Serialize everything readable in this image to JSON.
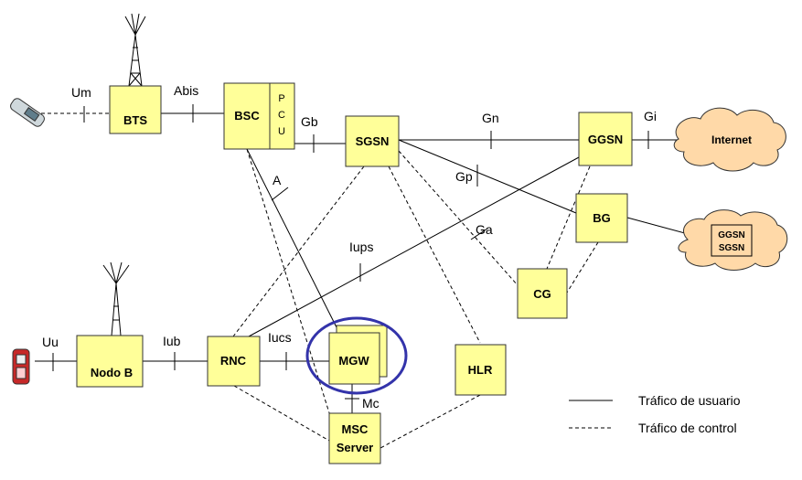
{
  "nodes": {
    "bts": "BTS",
    "bsc": "BSC",
    "pcu": [
      "P",
      "C",
      "U"
    ],
    "sgsn": "SGSN",
    "ggsn": "GGSN",
    "bg": "BG",
    "cg": "CG",
    "nodeb": "Nodo B",
    "rnc": "RNC",
    "mgw": "MGW",
    "hlr": "HLR",
    "msc": [
      "MSC",
      "Server"
    ]
  },
  "clouds": {
    "internet": "Internet",
    "ggsn_sgsn": [
      "GGSN",
      "SGSN"
    ]
  },
  "interfaces": {
    "um": "Um",
    "abis": "Abis",
    "gb": "Gb",
    "gn": "Gn",
    "gi": "Gi",
    "gp": "Gp",
    "a": "A",
    "ga": "Ga",
    "iups": "Iups",
    "uu": "Uu",
    "iub": "Iub",
    "iucs": "Iucs",
    "mc": "Mc"
  },
  "legend": {
    "user_traffic": "Tráfico de usuario",
    "control_traffic": "Tráfico de control"
  },
  "colors": {
    "node_fill": "#ffff99",
    "cloud_fill": "#ffd9a8",
    "highlight": "#3333aa"
  }
}
